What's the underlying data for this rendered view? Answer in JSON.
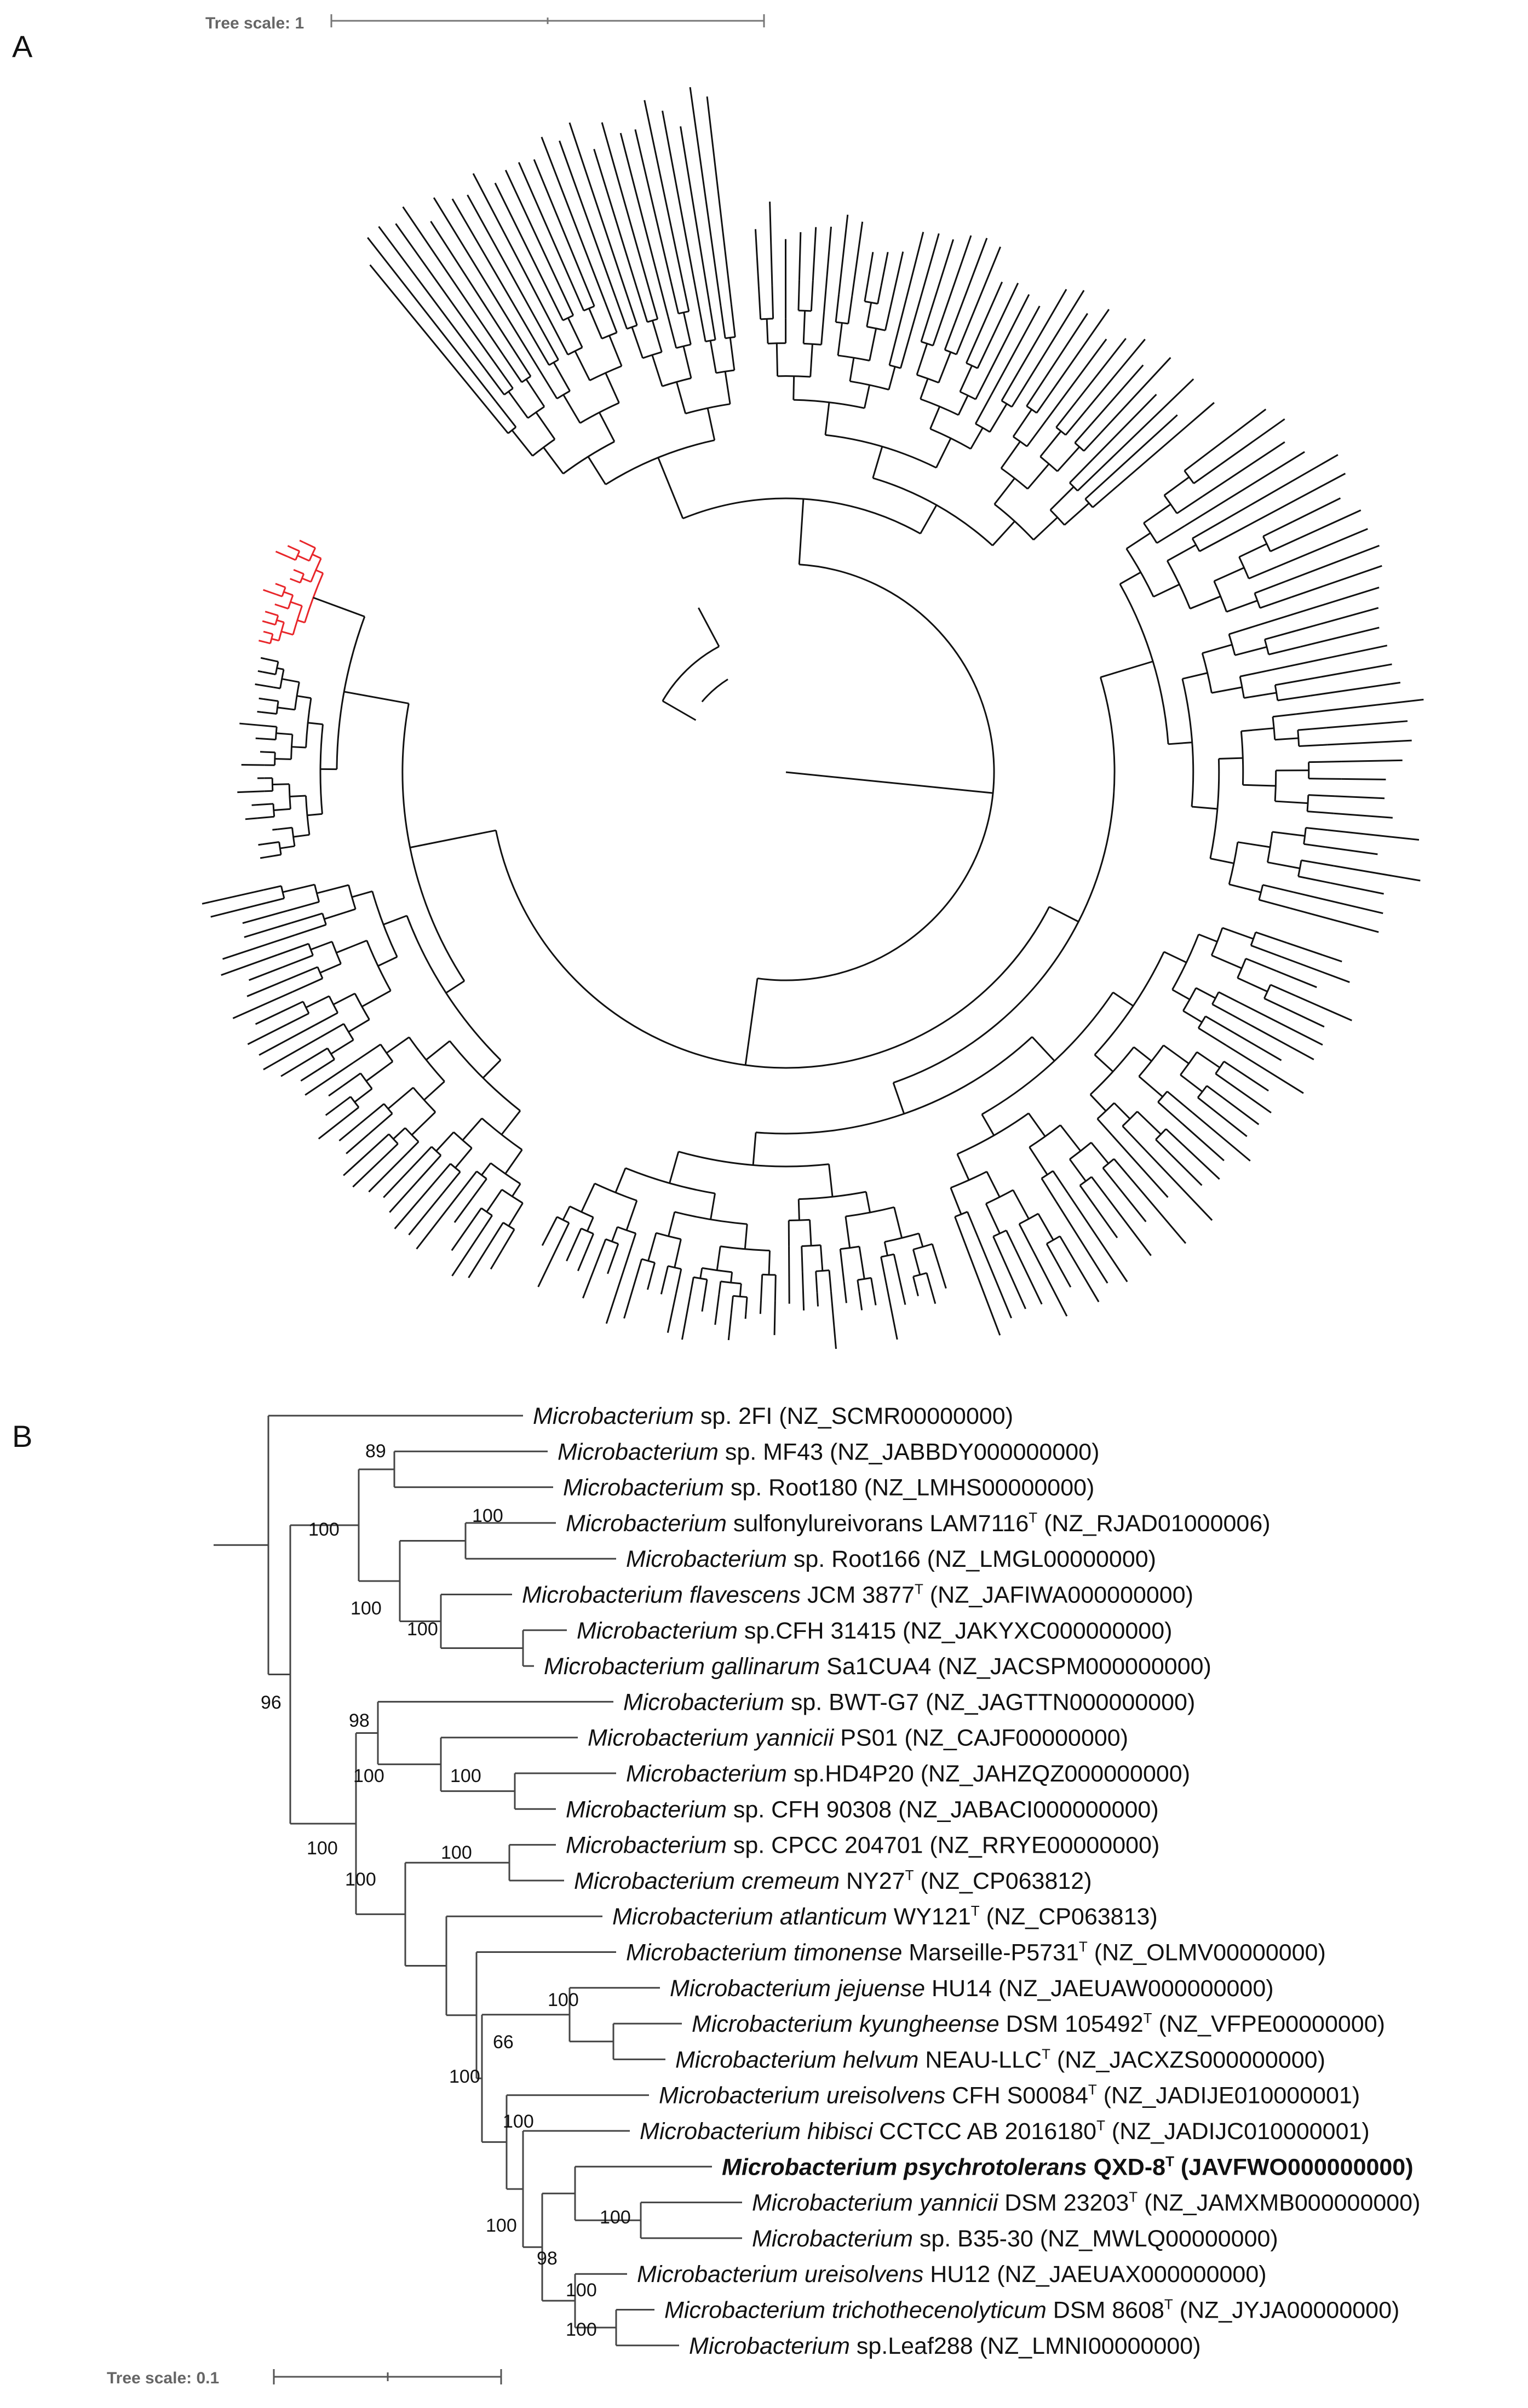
{
  "panels": {
    "a_label": "A",
    "b_label": "B"
  },
  "tree_a": {
    "scale_label": "Tree scale: 1",
    "highlight_color": "#e8262a",
    "branch_color": "#111111"
  },
  "tree_b": {
    "scale_label": "Tree scale: 0.1",
    "taxa": [
      {
        "genus": "Microbacterium",
        "rest": " sp. 2FI (NZ_SCMR00000000)"
      },
      {
        "genus": "Microbacterium",
        "rest": "  sp. MF43 (NZ_JABBDY000000000)"
      },
      {
        "genus": "Microbacterium",
        "rest": " sp. Root180 (NZ_LMHS00000000)"
      },
      {
        "genus": "Microbacterium",
        "rest": " sulfonylureivorans LAM7116",
        "sup": "T",
        "tail": " (NZ_RJAD01000006)"
      },
      {
        "genus": "Microbacterium",
        "rest": " sp. Root166 (NZ_LMGL00000000)"
      },
      {
        "genus": "Microbacterium flavescens",
        "rest": " JCM 3877",
        "sup": "T",
        "tail": " (NZ_JAFIWA000000000)"
      },
      {
        "genus": "Microbacterium",
        "rest": " sp.CFH 31415 (NZ_JAKYXC000000000)"
      },
      {
        "genus": "Microbacterium gallinarum",
        "rest": " Sa1CUA4 (NZ_JACSPM000000000)"
      },
      {
        "genus": "Microbacterium",
        "rest": " sp. BWT-G7 (NZ_JAGTTN000000000)"
      },
      {
        "genus": "Microbacterium yannicii",
        "rest": " PS01 (NZ_CAJF00000000)"
      },
      {
        "genus": "Microbacterium",
        "rest": " sp.HD4P20 (NZ_JAHZQZ000000000)"
      },
      {
        "genus": "Microbacterium",
        "rest": " sp. CFH 90308 (NZ_JABACI000000000)"
      },
      {
        "genus": "Microbacterium",
        "rest": "  sp. CPCC 204701 (NZ_RRYE00000000)"
      },
      {
        "genus": "Microbacterium cremeum",
        "rest": " NY27",
        "sup": "T",
        "tail": " (NZ_CP063812)"
      },
      {
        "genus": "Microbacterium atlanticum",
        "rest": " WY121",
        "sup": "T",
        "tail": " (NZ_CP063813)"
      },
      {
        "genus": "Microbacterium timonense",
        "rest": " Marseille-P5731",
        "sup": "T",
        "tail": " (NZ_OLMV00000000)"
      },
      {
        "genus": "Microbacterium jejuense",
        "rest": " HU14 (NZ_JAEUAW000000000)"
      },
      {
        "genus": "Microbacterium kyungheense",
        "rest": " DSM 105492",
        "sup": "T",
        "tail": " (NZ_VFPE00000000)"
      },
      {
        "genus": "Microbacterium helvum",
        "rest": " NEAU-LLC",
        "sup": "T",
        "tail": " (NZ_JACXZS000000000)"
      },
      {
        "genus": "Microbacterium ureisolvens",
        "rest": " CFH S00084",
        "sup": "T",
        "tail": " (NZ_JADIJE010000001)"
      },
      {
        "genus": "Microbacterium hibisci",
        "rest": " CCTCC AB 2016180",
        "sup": "T",
        "tail": " (NZ_JADIJC010000001)"
      },
      {
        "genus": "Microbacterium psychrotolerans",
        "rest": " QXD-8",
        "sup": "T",
        "tail": " (JAVFWO000000000)",
        "bold": true
      },
      {
        "genus": "Microbacterium yannicii",
        "rest": " DSM 23203",
        "sup": "T",
        "tail": " (NZ_JAMXMB000000000)"
      },
      {
        "genus": "Microbacterium",
        "rest": " sp. B35-30 (NZ_MWLQ00000000)"
      },
      {
        "genus": "Microbacterium ureisolvens",
        "rest": " HU12 (NZ_JAEUAX000000000)"
      },
      {
        "genus": "Microbacterium trichothecenolyticum",
        "rest": " DSM 8608",
        "sup": "T",
        "tail": " (NZ_JYJA00000000)"
      },
      {
        "genus": "Microbacterium",
        "rest": " sp.Leaf288 (NZ_LMNI00000000)"
      }
    ],
    "supports": [
      "89",
      "100",
      "100",
      "100",
      "100",
      "96",
      "98",
      "100",
      "100",
      "100",
      "100",
      "100",
      "100",
      "66",
      "100",
      "100",
      "100",
      "100",
      "98",
      "100",
      "100"
    ]
  }
}
